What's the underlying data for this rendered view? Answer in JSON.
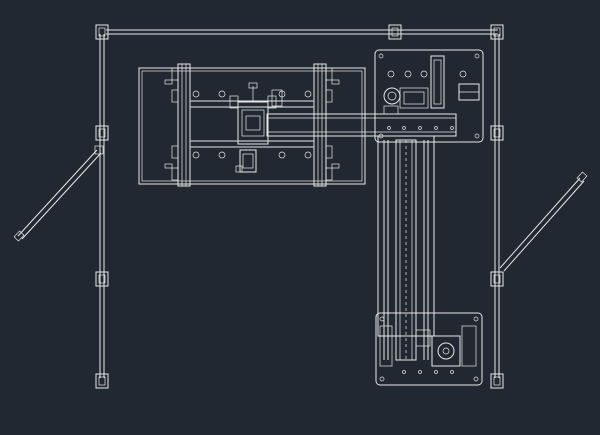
{
  "canvas": {
    "background": "#222831",
    "line_color": "#e8e8e8"
  },
  "drawing": {
    "view": "top view",
    "components": [
      "perimeter-frame",
      "left-swing-arm",
      "right-swing-arm",
      "carriage-assembly",
      "gantry-beam",
      "linear-rail-column",
      "top-motor-block",
      "bottom-motor-block"
    ]
  }
}
